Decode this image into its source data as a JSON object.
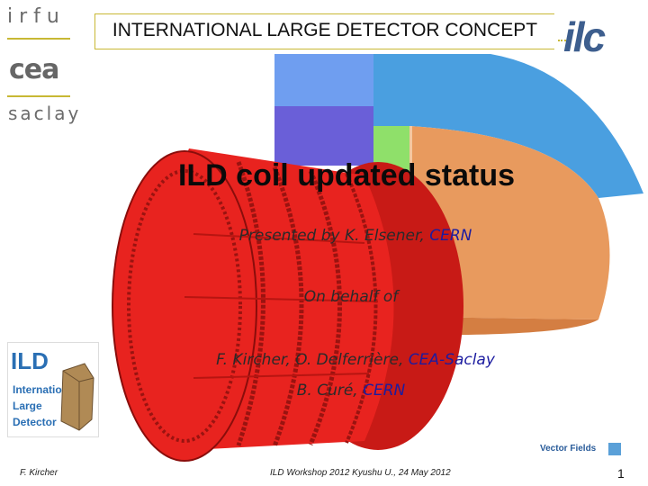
{
  "logos": {
    "irfu": "irfu",
    "cea": "cea",
    "saclay": "saclay",
    "ilc": "ilc",
    "ild_short": "ILD",
    "ild_lines": [
      "International",
      "Large",
      "Detector"
    ],
    "vector_fields": "Vector Fields"
  },
  "header": {
    "title": "INTERNATIONAL LARGE DETECTOR CONCEPT"
  },
  "slide": {
    "title": "ILD coil updated status",
    "presenter_prefix": "Presented by K. Elsener, ",
    "presenter_org": "CERN",
    "behalf": "On behalf of",
    "authors_line1_prefix": "F. Kircher, O. Delferrière, ",
    "authors_line1_org": "CEA-Saclay",
    "authors_line2_prefix": "B. Curé, ",
    "authors_line2_org": "CERN"
  },
  "footer": {
    "author": "F. Kircher",
    "event": "ILD Workshop 2012  Kyushu U., 24 May 2012",
    "page": "1"
  },
  "colors": {
    "accent_bar": "#c8b834",
    "coil_red": "#e8231f",
    "yoke_orange": "#e89a5e",
    "field_blue": "#4a9fe0",
    "field_violet": "#6a5fd8",
    "field_green": "#8fe06a",
    "text_blue": "#1c1ca0"
  }
}
